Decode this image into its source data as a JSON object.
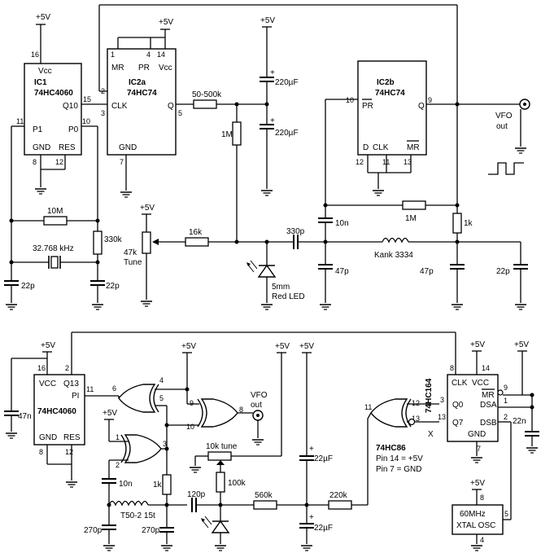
{
  "supply": "+5V",
  "top": {
    "ic1": {
      "name": "IC1",
      "part": "74HC4060",
      "vcc": "Vcc",
      "q10": "Q10",
      "p1": "P1",
      "p0": "P0",
      "gnd": "GND",
      "res": "RES",
      "pin16": "16",
      "pin15": "15",
      "pin11": "11",
      "pin10": "10",
      "pin8": "8",
      "pin12": "12"
    },
    "ic2a": {
      "name": "IC2a",
      "part": "74HC74",
      "mr": "MR",
      "pr": "PR",
      "vcc": "Vcc",
      "clk": "CLK",
      "q": "Q",
      "gnd": "GND",
      "pin1": "1",
      "pin4": "4",
      "pin14": "14",
      "pin2": "2",
      "pin3": "3",
      "pin5": "5",
      "pin7": "7"
    },
    "ic2b": {
      "name": "IC2b",
      "part": "74HC74",
      "pr": "PR",
      "q": "Q",
      "d": "D",
      "clk": "CLK",
      "mr": "MR",
      "pin10": "10",
      "pin9": "9",
      "pin12": "12",
      "pin11": "11",
      "pin13": "13"
    },
    "r_50_500k": "50-500k",
    "r_1m_v": "1M",
    "c_220u_1": "220µF",
    "c_220u_2": "220µF",
    "plus": "+",
    "r_10m": "10M",
    "xtal": "32.768 kHz",
    "r_330k": "330k",
    "c_22p_l": "22p",
    "c_22p_r": "22p",
    "r_47k": "47k",
    "tune": "Tune",
    "r_16k": "16k",
    "c_330p": "330p",
    "c_10n": "10n",
    "r_1m_h": "1M",
    "r_1k": "1k",
    "c_47p_1": "47p",
    "coil": "Kank 3334",
    "c_47p_2": "47p",
    "c_22p_out": "22p",
    "led1": "5mm",
    "led2": "Red LED",
    "vfo1": "VFO",
    "vfo2": "out"
  },
  "bottom": {
    "c_47n": "47n",
    "ic4060": {
      "part": "74HC4060",
      "vcc": "VCC",
      "q13": "Q13",
      "pi": "PI",
      "gnd": "GND",
      "res": "RES",
      "pin16": "16",
      "pin2": "2",
      "pin11": "11",
      "pin8": "8",
      "pin12": "12"
    },
    "g_pins": {
      "p6": "6",
      "p4": "4",
      "p5": "5",
      "p9": "9",
      "p10": "10",
      "p8": "8",
      "p1": "1",
      "p2": "2",
      "p3": "3",
      "p11": "11",
      "p12": "12",
      "p13": "13"
    },
    "vfo1": "VFO",
    "vfo2": "out",
    "c_10n": "10n",
    "r_1k": "1k",
    "coil": "T50-2 15t",
    "c_270p_1": "270p",
    "c_270p_2": "270p",
    "c_120p": "120p",
    "tune": "10k tune",
    "r_100k": "100k",
    "r_560k": "560k",
    "r_220k": "220k",
    "c_22u_1": "22µF",
    "c_22u_2": "22µF",
    "plus": "+",
    "ic164": {
      "clk": "CLK",
      "vcc": "VCC",
      "q0": "Q0",
      "q7": "Q7",
      "mr": "MR",
      "dsa": "DSA",
      "dsb": "DSB",
      "gnd": "GND",
      "part": "74HC164",
      "pin8": "8",
      "pin14": "14",
      "pin9": "9",
      "pin1": "1",
      "pin2": "2",
      "pin3": "3",
      "pin13": "13",
      "pin7": "7"
    },
    "x": "X",
    "note1": "74HC86",
    "note2": "Pin 14 = +5V",
    "note3": "Pin 7 = GND",
    "c_22n": "22n",
    "osc1": "60MHz",
    "osc2": "XTAL OSC",
    "osc_pin8": "8",
    "osc_pin5": "5",
    "osc_pin4": "4"
  }
}
